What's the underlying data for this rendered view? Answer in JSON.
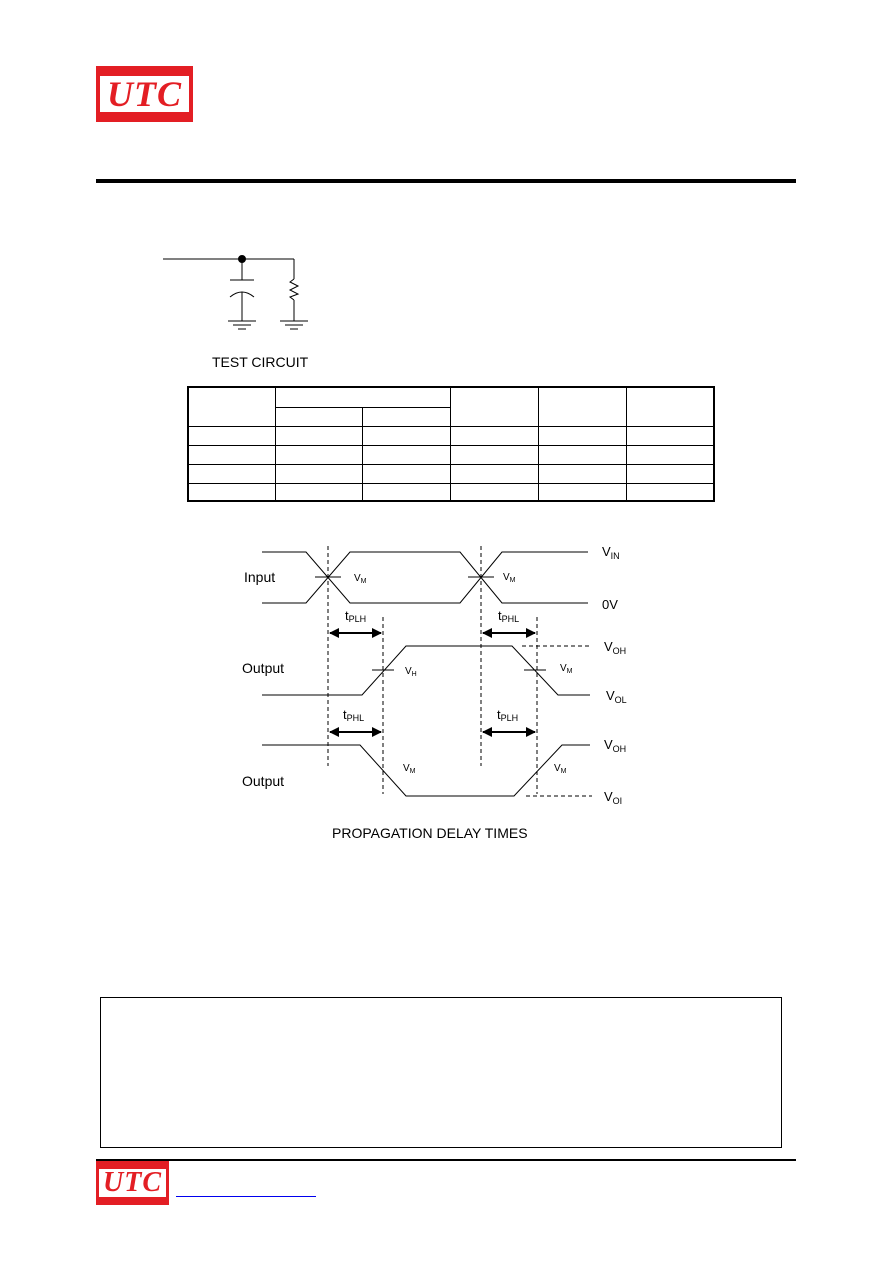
{
  "header": {
    "logo_text": "UTC"
  },
  "footer": {
    "logo_text": "UTC"
  },
  "test_circuit": {
    "caption": "TEST CIRCUIT"
  },
  "table": {
    "rows": 6,
    "cols": 6
  },
  "waveform": {
    "caption": "PROPAGATION DELAY TIMES",
    "input_label": "Input",
    "output_label": "Output",
    "vin": {
      "main": "V",
      "sub": "IN"
    },
    "zero": "0V",
    "voh": {
      "main": "V",
      "sub": "OH"
    },
    "vol": {
      "main": "V",
      "sub": "OL"
    },
    "vol2": {
      "main": "V",
      "sub": "OI"
    },
    "vm": {
      "main": "V",
      "sub": "M"
    },
    "vm_low": {
      "main": "V",
      "sub": "H"
    },
    "tplh": {
      "main": "t",
      "sub": "PLH"
    },
    "tphl": {
      "main": "t",
      "sub": "PHL"
    },
    "tplh2": {
      "main": "t",
      "sub": "PLH"
    }
  }
}
